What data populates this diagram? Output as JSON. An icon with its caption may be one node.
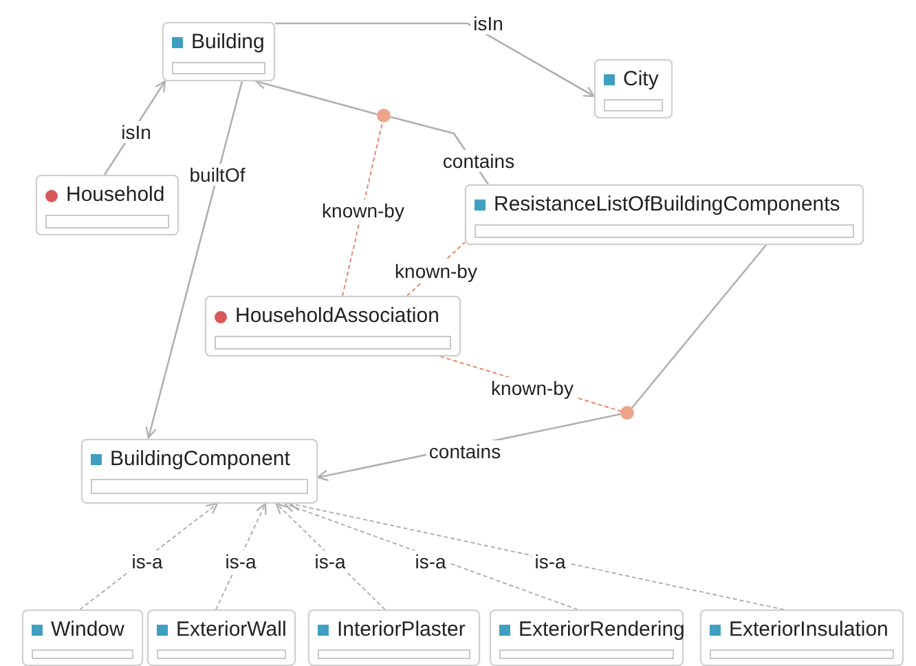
{
  "diagram": {
    "nodes": [
      {
        "text": [
          "Building"
        ]
      },
      {
        "text": [
          "City"
        ]
      },
      {
        "text": [
          "Household"
        ]
      },
      {
        "text": [
          "ResistanceListOfBuildingComponents"
        ]
      },
      {
        "text": [
          "HouseholdAssociation"
        ]
      },
      {
        "text": [
          "BuildingComponent"
        ]
      },
      {
        "text": [
          "Window"
        ]
      },
      {
        "text": [
          "ExteriorWall"
        ]
      },
      {
        "text": [
          "InteriorPlaster"
        ]
      },
      {
        "text": [
          "ExteriorRendering"
        ]
      },
      {
        "text": [
          "ExteriorInsulation"
        ]
      },
      {
        "text": [],
        "shape": "circle"
      },
      {
        "text": [],
        "shape": "circle"
      }
    ],
    "edges": [
      {
        "from": 0,
        "to": 1,
        "label": "isIn",
        "arrow": "to"
      },
      {
        "from": 2,
        "to": 0,
        "label": "isIn",
        "arrow": "to"
      },
      {
        "from": 0,
        "to": 5,
        "label": "builtOf",
        "arrow": "to"
      },
      {
        "from": 3,
        "to": 11,
        "label": "contains",
        "arrow": "none"
      },
      {
        "from": 11,
        "to": 0,
        "arrow": "to"
      },
      {
        "from": 4,
        "to": 11,
        "label": "known-by",
        "arrow": "none",
        "style": "dashed",
        "color": "#e8866a"
      },
      {
        "from": 4,
        "to": 3,
        "label": "known-by",
        "arrow": "none",
        "style": "dashed",
        "color": "#e8866a"
      },
      {
        "from": 3,
        "to": 12,
        "arrow": "none"
      },
      {
        "from": 12,
        "to": 5,
        "label": "contains",
        "arrow": "to"
      },
      {
        "from": 4,
        "to": 12,
        "label": "known-by",
        "arrow": "none",
        "style": "dashed",
        "color": "#e8866a"
      },
      {
        "from": 6,
        "to": 5,
        "label": "is-a",
        "arrow": "to",
        "style": "dashed"
      },
      {
        "from": 7,
        "to": 5,
        "label": "is-a",
        "arrow": "to",
        "style": "dashed"
      },
      {
        "from": 8,
        "to": 5,
        "label": "is-a",
        "arrow": "to",
        "style": "dashed"
      },
      {
        "from": 9,
        "to": 5,
        "label": "is-a",
        "arrow": "to",
        "style": "dashed"
      },
      {
        "from": 10,
        "to": 5,
        "label": "is-a",
        "arrow": "to",
        "style": "dashed"
      }
    ]
  }
}
